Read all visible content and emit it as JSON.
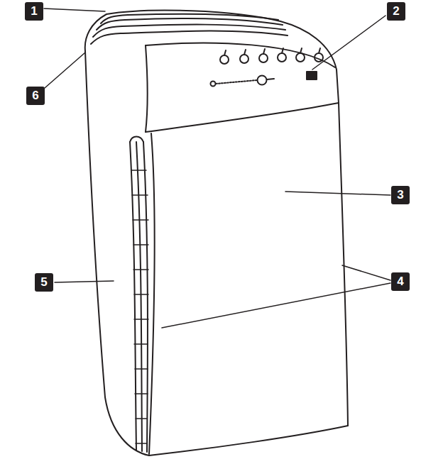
{
  "diagram": {
    "labels": [
      "1",
      "2",
      "6",
      "3",
      "5",
      "4"
    ]
  }
}
